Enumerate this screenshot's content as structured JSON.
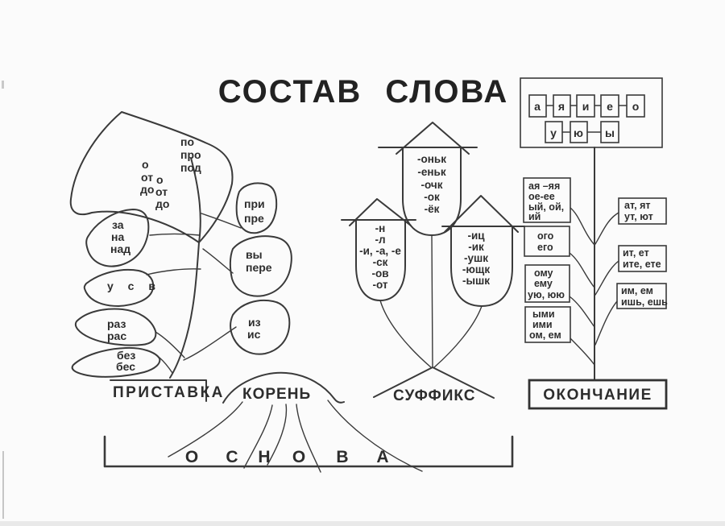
{
  "title": "СОСТАВ СЛОВА",
  "colors": {
    "ink": "#3a3a3a",
    "paper": "#fbfbfb"
  },
  "prefix": {
    "label": "ПРИСТАВКА",
    "big_leaf": {
      "col_a": [
        "по",
        "про",
        "под"
      ],
      "col_b": [
        "о",
        "от",
        "до"
      ],
      "col_c": [
        "о",
        "от",
        "до"
      ]
    },
    "leaves": [
      {
        "lines": [
          "за",
          "на",
          "над"
        ]
      },
      {
        "lines": [
          "при",
          "пре"
        ]
      },
      {
        "lines": [
          "вы",
          "пере"
        ]
      },
      {
        "lines": [
          "у с в"
        ]
      },
      {
        "lines": [
          "из",
          "ис"
        ]
      },
      {
        "lines": [
          "раз",
          "рас"
        ]
      },
      {
        "lines": [
          "без",
          "бес"
        ]
      }
    ]
  },
  "root": {
    "label": "КОРЕНЬ"
  },
  "suffix": {
    "label": "СУФФИКС",
    "trees": [
      {
        "lines": [
          "-н",
          "-л",
          "-и, -а, -е",
          "-ск",
          "-ов",
          "-от"
        ]
      },
      {
        "lines": [
          "-оньк",
          "-еньк",
          "-очк",
          "-ок",
          "-ёк"
        ]
      },
      {
        "lines": [
          "-иц",
          "-ик",
          "-ушк",
          "-ющк",
          "-ышк"
        ]
      }
    ]
  },
  "ending": {
    "label": "ОКОНЧАНИЕ",
    "vowel_rows": [
      [
        "а",
        "я",
        "и",
        "е",
        "о"
      ],
      [
        "у",
        "ю",
        "ы"
      ]
    ],
    "left_boxes": [
      {
        "lines": [
          "ая –яя",
          "ое-ее",
          "ый, ой,",
          "ий"
        ]
      },
      {
        "lines": [
          "ого",
          "его"
        ]
      },
      {
        "lines": [
          "ому",
          "ему",
          "ую, юю"
        ]
      },
      {
        "lines": [
          "ыми",
          "ими",
          "ом, ем"
        ]
      }
    ],
    "right_boxes": [
      {
        "lines": [
          "ат, ят",
          "ут, ют"
        ]
      },
      {
        "lines": [
          "ит, ет",
          "ите, ете"
        ]
      },
      {
        "lines": [
          "им, ем",
          "ишь, ешь"
        ]
      }
    ]
  },
  "osnova": {
    "letters": [
      "О",
      "С",
      "Н",
      "О",
      "В",
      "А"
    ]
  }
}
